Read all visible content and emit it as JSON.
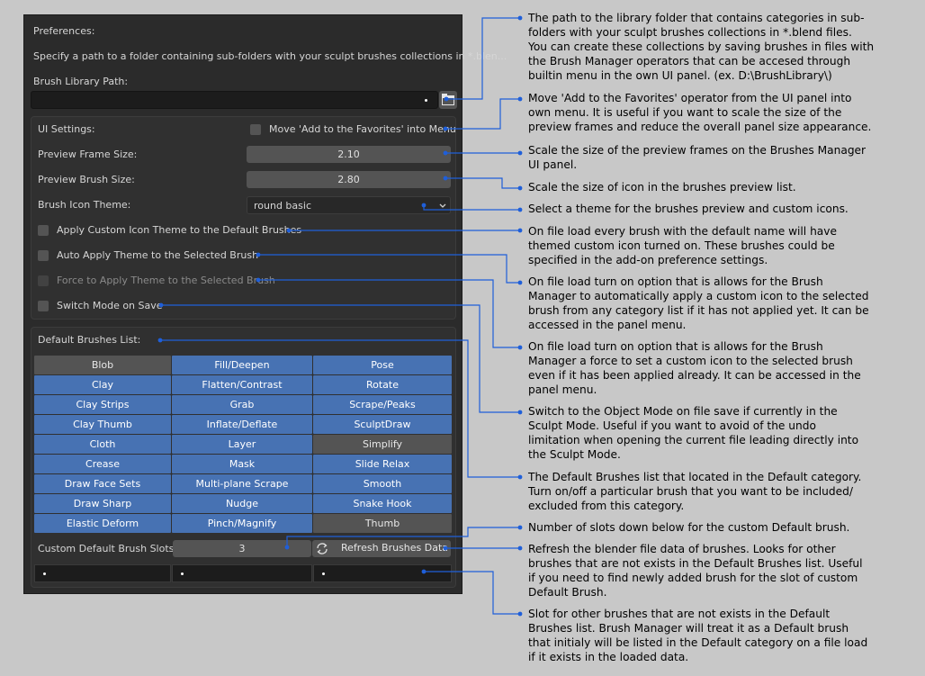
{
  "preferences": {
    "heading": "Preferences:",
    "description": "Specify a path to a folder containing sub-folders with your sculpt brushes collections in *.blen...",
    "library_path_label": "Brush Library Path:",
    "library_path_value": ""
  },
  "ui_settings": {
    "label": "UI Settings:",
    "favorites_menu_label": "Move 'Add to the Favorites' into Menu",
    "preview_frame_label": "Preview Frame Size:",
    "preview_frame_value": "2.10",
    "preview_brush_label": "Preview Brush Size:",
    "preview_brush_value": "2.80",
    "icon_theme_label": "Brush Icon Theme:",
    "icon_theme_value": "round basic",
    "apply_custom_icon_label": "Apply Custom Icon Theme to the Default Brushes",
    "auto_apply_label": "Auto Apply Theme to the Selected Brush",
    "force_apply_label": "Force to Apply Theme to the Selected Brush",
    "switch_mode_label": "Switch Mode on Save"
  },
  "default_brushes": {
    "label": "Default Brushes List:",
    "brushes": [
      {
        "name": "Blob",
        "on": false
      },
      {
        "name": "Fill/Deepen",
        "on": true
      },
      {
        "name": "Pose",
        "on": true
      },
      {
        "name": "Clay",
        "on": true
      },
      {
        "name": "Flatten/Contrast",
        "on": true
      },
      {
        "name": "Rotate",
        "on": true
      },
      {
        "name": "Clay Strips",
        "on": true
      },
      {
        "name": "Grab",
        "on": true
      },
      {
        "name": "Scrape/Peaks",
        "on": true
      },
      {
        "name": "Clay Thumb",
        "on": true
      },
      {
        "name": "Inflate/Deflate",
        "on": true
      },
      {
        "name": "SculptDraw",
        "on": true
      },
      {
        "name": "Cloth",
        "on": true
      },
      {
        "name": "Layer",
        "on": true
      },
      {
        "name": "Simplify",
        "on": false
      },
      {
        "name": "Crease",
        "on": true
      },
      {
        "name": "Mask",
        "on": true
      },
      {
        "name": "Slide Relax",
        "on": true
      },
      {
        "name": "Draw Face Sets",
        "on": true
      },
      {
        "name": "Multi-plane Scrape",
        "on": true
      },
      {
        "name": "Smooth",
        "on": true
      },
      {
        "name": "Draw Sharp",
        "on": true
      },
      {
        "name": "Nudge",
        "on": true
      },
      {
        "name": "Snake Hook",
        "on": true
      },
      {
        "name": "Elastic Deform",
        "on": true
      },
      {
        "name": "Pinch/Magnify",
        "on": true
      },
      {
        "name": "Thumb",
        "on": false
      }
    ],
    "slots_label": "Custom Default Brush Slots:",
    "slots_value": "3",
    "refresh_label": "Refresh Brushes Data"
  },
  "annotations": [
    "The path to the library folder that contains categories in sub-\nfolders with your sculpt brushes collections in *.blend files.\nYou can create these collections by saving brushes in files with\nthe Brush Manager operators that can be accesed through\nbuiltin menu in the own UI panel. (ex. D:\\BrushLibrary\\)",
    "Move 'Add to the Favorites' operator from the UI panel into\nown menu. It is useful if you want to scale the size of the\npreview frames and reduce the overall panel size appearance.",
    "Scale the size of the preview frames on the Brushes Manager\nUI panel.",
    "Scale the size of icon in the brushes preview list.",
    "Select a theme for the brushes preview and custom icons.",
    "On file load every brush with the default name will have\nthemed custom icon turned on. These brushes could be\nspecified in the add-on preference settings.",
    "On file load turn on option that is allows for the Brush\nManager to automatically apply a custom icon to the selected\nbrush from any category list if it has not applied yet. It can be\naccessed in the panel menu.",
    "On file load turn on option that is allows for the Brush\nManager a force to set a custom icon to the selected brush\neven if it has been applied already. It can be accessed in the\npanel menu.",
    "Switch to the Object Mode on file save if currently in the\nSculpt Mode. Useful if you want to avoid of the undo\nlimitation when opening the current file leading directly into\nthe Sculpt Mode.",
    "The Default Brushes list that located in the Default category.\nTurn on/off a particular brush that you want to be included/\nexcluded from this category.",
    "Number of slots down below for the custom Default brush.",
    "Refresh the blender file data of brushes. Looks for other\nbrushes that are not exists in the Default Brushes list. Useful\nif you need to find newly added brush for the slot of custom\nDefault Brush.",
    "Slot for other brushes that are not exists in the Default\nBrushes list. Brush Manager will treat it as a Default brush\nthat initialy will be listed in the Default category on a file load\nif it exists in the loaded data."
  ],
  "colors": {
    "accent_blue": "#4772b3",
    "line_blue": "#1f5fd9",
    "panel_bg": "#2b2b2b"
  }
}
